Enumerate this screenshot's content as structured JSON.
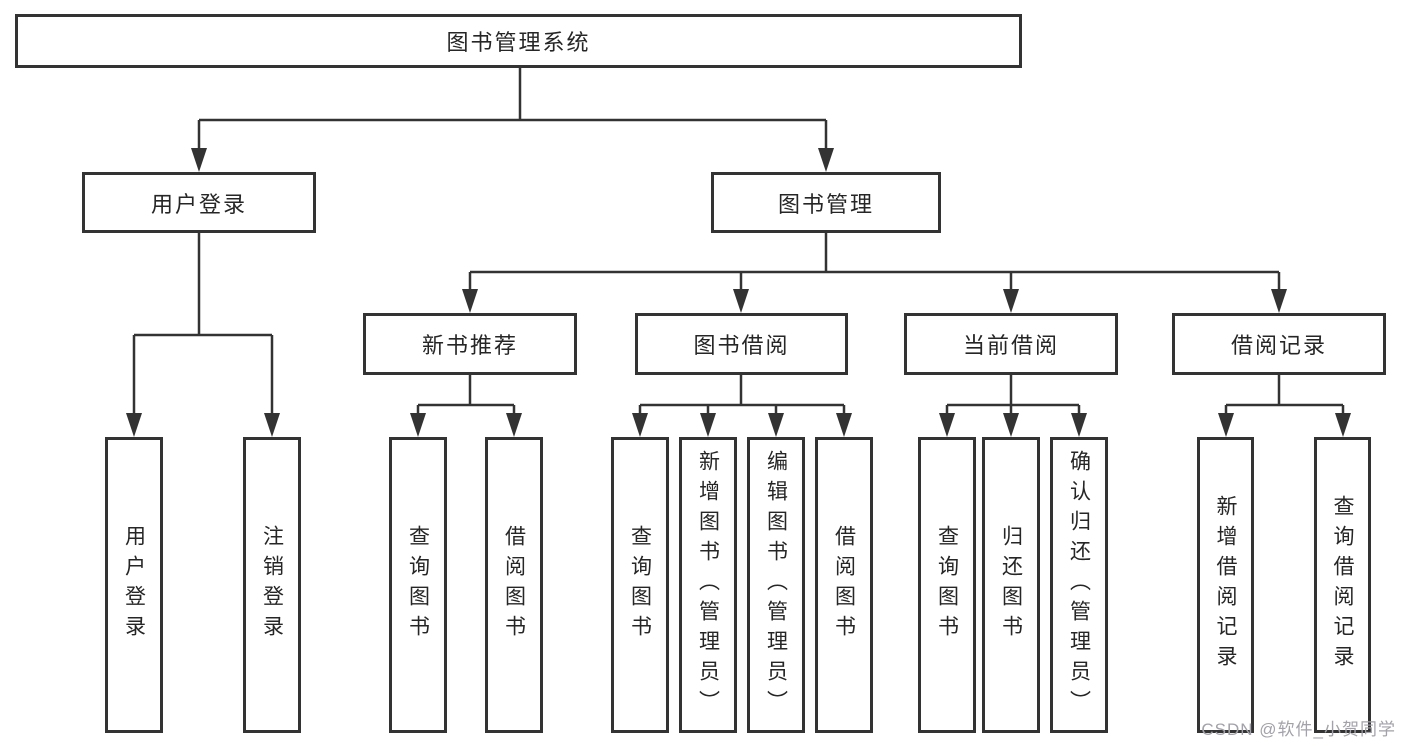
{
  "title": {
    "label": "图书管理系统"
  },
  "level2": {
    "user_login": {
      "label": "用户登录"
    },
    "book_management": {
      "label": "图书管理"
    }
  },
  "level3": {
    "new_book_recommend": {
      "label": "新书推荐"
    },
    "book_borrow": {
      "label": "图书借阅"
    },
    "current_borrow": {
      "label": "当前借阅"
    },
    "borrow_records": {
      "label": "借阅记录"
    }
  },
  "leaves": {
    "user_login": [
      {
        "label": "用户登录"
      },
      {
        "label": "注销登录"
      }
    ],
    "new_book_recommend": [
      {
        "label": "查询图书"
      },
      {
        "label": "借阅图书"
      }
    ],
    "book_borrow": [
      {
        "label": "查询图书"
      },
      {
        "label": "新增图书（管理员）"
      },
      {
        "label": "编辑图书（管理员）"
      },
      {
        "label": "借阅图书"
      }
    ],
    "current_borrow": [
      {
        "label": "查询图书"
      },
      {
        "label": "归还图书"
      },
      {
        "label": "确认归还（管理员）"
      }
    ],
    "borrow_records": [
      {
        "label": "新增借阅记录"
      },
      {
        "label": "查询借阅记录"
      }
    ]
  },
  "watermark": {
    "text": "CSDN @软件_小贺同学"
  },
  "colors": {
    "line": "#333333",
    "box_border": "#333333",
    "text": "#262626",
    "background": "#ffffff",
    "watermark": "#a2a2a8"
  }
}
